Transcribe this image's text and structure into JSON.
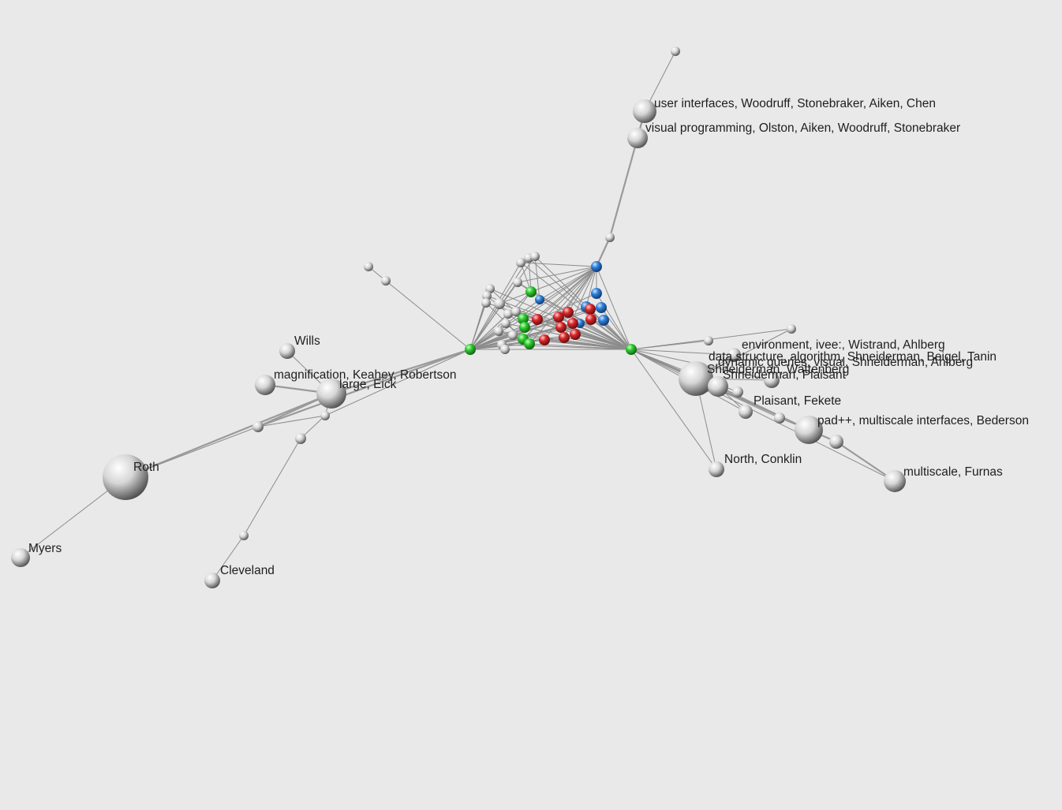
{
  "colors": {
    "background": "#e9e9e9",
    "node_white": "#ffffff",
    "node_green": "#2fc82f",
    "node_blue": "#2e7fd8",
    "node_red": "#d8262a",
    "edge": "#8c8c8c"
  },
  "labels": {
    "user_interfaces": "user interfaces, Woodruff, Stonebraker, Aiken, Chen",
    "visual_programming": "visual programming, Olston, Aiken, Woodruff, Stonebraker",
    "environment_ivee": "environment, ivee:, Wistrand, Ahlberg",
    "data_structure": "data structure, algorithm, Shneiderman, Beigel, Tanin",
    "dynamic_queries": "dynamic queries, visual, Shneiderman, Ahlberg",
    "shneiderman_wattenberg": "Shneiderman, Wattenberg",
    "shneiderman_plaisant": "Shneiderman, Plaisant",
    "plaisant_fekete": "Plaisant, Fekete",
    "padpp": "pad++, multiscale interfaces, Bederson",
    "north_conklin": "North, Conklin",
    "multiscale_furnas": "multiscale, Furnas",
    "wills": "Wills",
    "magnification": "magnification, Keahey, Robertson",
    "large_eick": "large, Eick",
    "roth": "Roth",
    "myers": "Myers",
    "cleveland": "Cleveland"
  }
}
